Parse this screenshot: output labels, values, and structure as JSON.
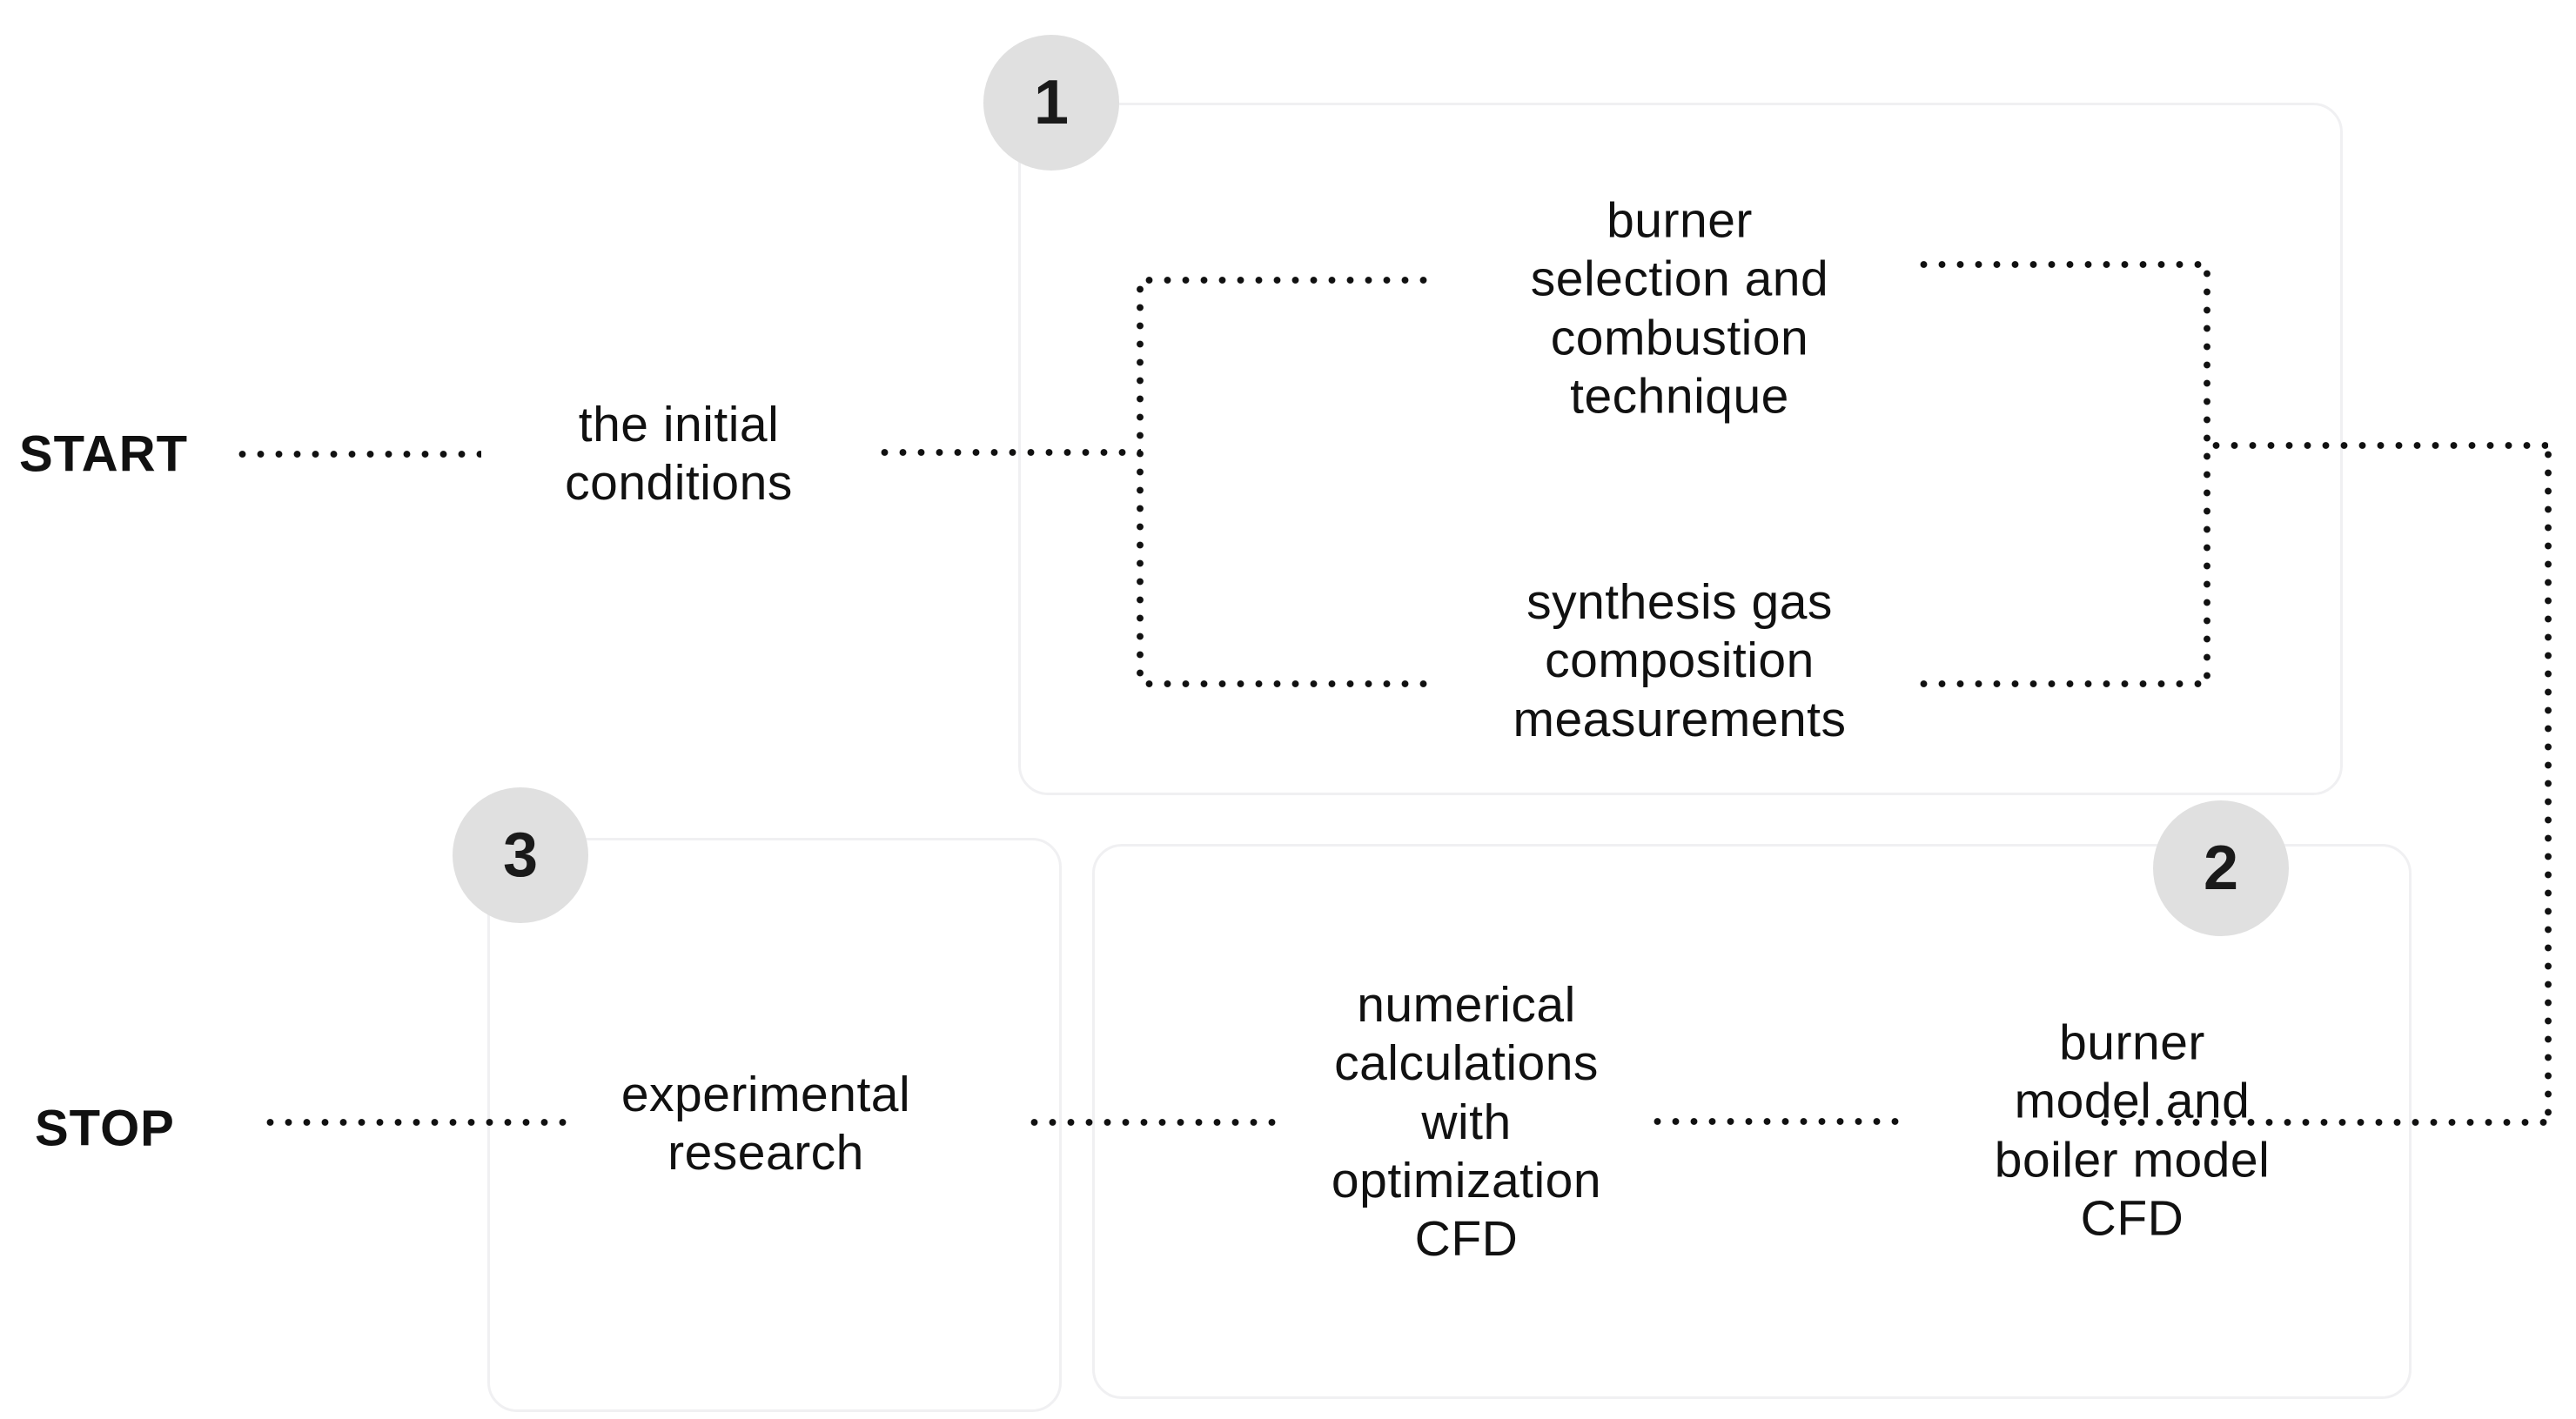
{
  "diagram": {
    "title": "research methodology flowchart",
    "palette": {
      "background": "#ffffff",
      "box_border": "#f0f0f2",
      "badge_fill": "#e0e0e0",
      "text": "#111111",
      "connector": "#111111"
    },
    "terminals": [
      {
        "id": "start",
        "label": "START"
      },
      {
        "id": "stop",
        "label": "STOP"
      }
    ],
    "badges": [
      {
        "id": "badge-1",
        "label": "1"
      },
      {
        "id": "badge-2",
        "label": "2"
      },
      {
        "id": "badge-3",
        "label": "3"
      }
    ],
    "nodes": [
      {
        "id": "initial-conditions",
        "text": "the initial\nconditions"
      },
      {
        "id": "burner-selection",
        "text": "burner\nselection and\ncombustion\ntechnique"
      },
      {
        "id": "synthesis-gas",
        "text": "synthesis gas\ncomposition\nmeasurements"
      },
      {
        "id": "experimental-research",
        "text": "experimental\nresearch"
      },
      {
        "id": "numerical-calculations",
        "text": "numerical\ncalculations\nwith\noptimization\nCFD"
      },
      {
        "id": "burner-boiler-model",
        "text": "burner\nmodel and\nboiler model\nCFD"
      }
    ],
    "stage_boxes": [
      {
        "id": "stage-box-1",
        "badge": "1"
      },
      {
        "id": "stage-box-3",
        "badge": "3"
      },
      {
        "id": "stage-box-4",
        "badge": ""
      },
      {
        "id": "stage-box-2",
        "badge": "2"
      }
    ],
    "connectors": [
      {
        "id": "start-to-initial",
        "type": "dotted-horizontal"
      },
      {
        "id": "initial-to-bracket",
        "type": "dotted-horizontal"
      },
      {
        "id": "bracket-left-vertical",
        "type": "dotted-vertical"
      },
      {
        "id": "bracket-left-top",
        "type": "dotted-horizontal"
      },
      {
        "id": "bracket-left-bottom",
        "type": "dotted-horizontal"
      },
      {
        "id": "bracket-right-top",
        "type": "dotted-horizontal"
      },
      {
        "id": "bracket-right-bottom",
        "type": "dotted-horizontal"
      },
      {
        "id": "bracket-right-vertical",
        "type": "dotted-vertical"
      },
      {
        "id": "bracket-right-exit",
        "type": "dotted-horizontal"
      },
      {
        "id": "right-loop-vertical",
        "type": "dotted-vertical"
      },
      {
        "id": "right-loop-to-stage2",
        "type": "dotted-horizontal"
      },
      {
        "id": "stage2-to-numerical",
        "type": "dotted-horizontal"
      },
      {
        "id": "numerical-to-experimental",
        "type": "dotted-horizontal"
      },
      {
        "id": "experimental-to-stop",
        "type": "dotted-horizontal"
      }
    ]
  }
}
